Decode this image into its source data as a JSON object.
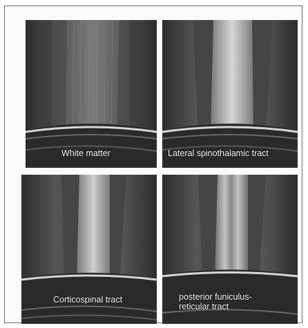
{
  "panels": [
    {
      "label": "White matter"
    },
    {
      "label": "Lateral spinothalamic tract"
    },
    {
      "label": "Corticospinal tract"
    },
    {
      "label": "posterior funiculus-\nreticular tract"
    }
  ]
}
